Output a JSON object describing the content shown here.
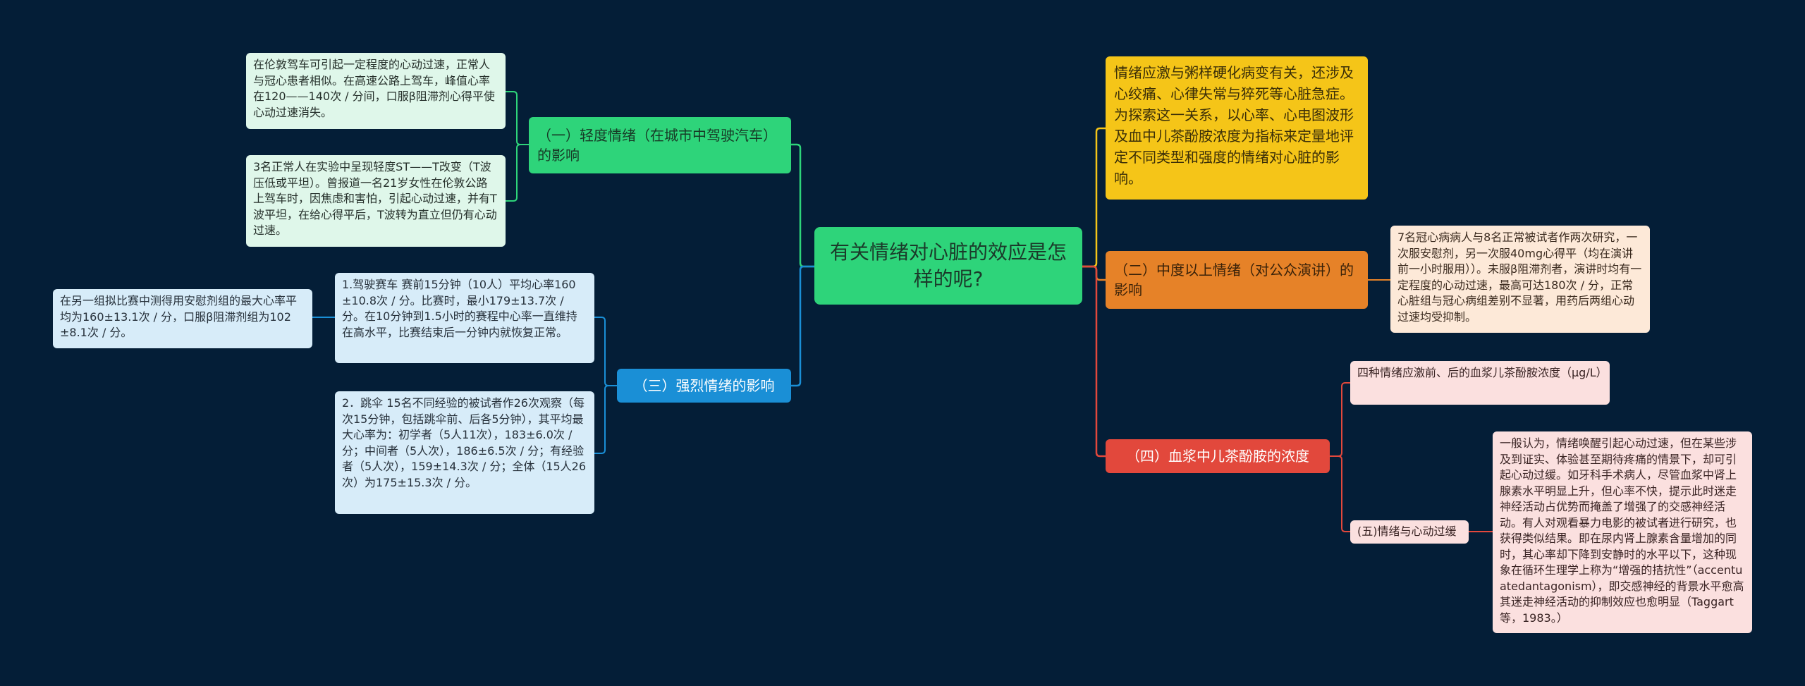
{
  "root": {
    "label": "有关情绪对心脏的效应是怎样的呢?"
  },
  "colors": {
    "background": "#041e37",
    "green": "#2ed47a",
    "blue": "#1a8fd6",
    "yellow": "#f5c518",
    "orange": "#e68228",
    "red": "#e2483c"
  },
  "branches": {
    "mild": {
      "label": "（一）轻度情绪（在城市中驾驶汽车）的影响",
      "leaves": [
        "在伦敦驾车可引起一定程度的心动过速，正常人与冠心患者相似。在高速公路上驾车，峰值心率在120——140次 / 分间，口服β阻滞剂心得平使心动过速消失。",
        "3名正常人在实验中呈现轻度ST——T改变（T波压低或平坦）。曾报道一名21岁女性在伦敦公路上驾车时，因焦虑和害怕，引起心动过速，并有T波平坦，在给心得平后，T波转为直立但仍有心动过速。"
      ]
    },
    "strong": {
      "label": "（三）强烈情绪的影响",
      "leaves": [
        "1.驾驶赛车 赛前15分钟（10人）平均心率160±10.8次 / 分。比赛时，最小179±13.7次 / 分。在10分钟到1.5小时的赛程中心率一直维持在高水平，比赛结束后一分钟内就恢复正常。",
        "2．跳伞 15名不同经验的被试者作26次观察（每次15分钟，包括跳伞前、后各5分钟），其平均最大心率为：初学者（5人11次），183±6.0次 / 分；中间者（5人次），186±6.5次 / 分；有经验者（5人次），159±14.3次 / 分；全体（15人26次）为175±15.3次 / 分。"
      ],
      "subleaf": "在另一组拟比赛中测得用安慰剂组的最大心率平均为160±13.1次 / 分，口服β阻滞剂组为102±8.1次 / 分。"
    },
    "intro": {
      "label": "情绪应激与粥样硬化病变有关，还涉及心绞痛、心律失常与猝死等心脏急症。为探索这一关系，以心率、心电图波形及血中儿茶酚胺浓度为指标来定量地评定不同类型和强度的情绪对心脏的影响。"
    },
    "moderate": {
      "label": "（二）中度以上情绪（对公众演讲）的影响",
      "leaves": [
        "7名冠心病病人与8名正常被试者作两次研究，一次服安慰剂，另一次服40mg心得平（均在演讲前一小时服用））。未服β阻滞剂者，演讲时均有一定程度的心动过速，最高可达180次 / 分，正常心脏组与冠心病组差别不显著，用药后两组心动过速均受抑制。"
      ]
    },
    "catecholamine": {
      "label": "（四）血浆中儿茶酚胺的浓度",
      "leaves": [
        "四种情绪应激前、后的血浆儿茶酚胺浓度（μg/L）",
        "(五)情绪与心动过缓"
      ],
      "subleaf": "一般认为，情绪唤醒引起心动过速，但在某些涉及到证实、体验甚至期待疼痛的情景下，却可引起心动过缓。如牙科手术病人，尽管血浆中肾上腺素水平明显上升，但心率不快，提示此时迷走神经活动占优势而掩盖了增强了的交感神经活动。有人对观看暴力电影的被试者进行研究，也获得类似结果。即在尿内肾上腺素含量增加的同时，其心率却下降到安静时的水平以下，这种现象在循环生理学上称为“增强的拮抗性”（accentuatedantagonism），即交感神经的背景水平愈高其迷走神经活动的抑制效应也愈明显（Taggart等，1983。）"
    }
  }
}
